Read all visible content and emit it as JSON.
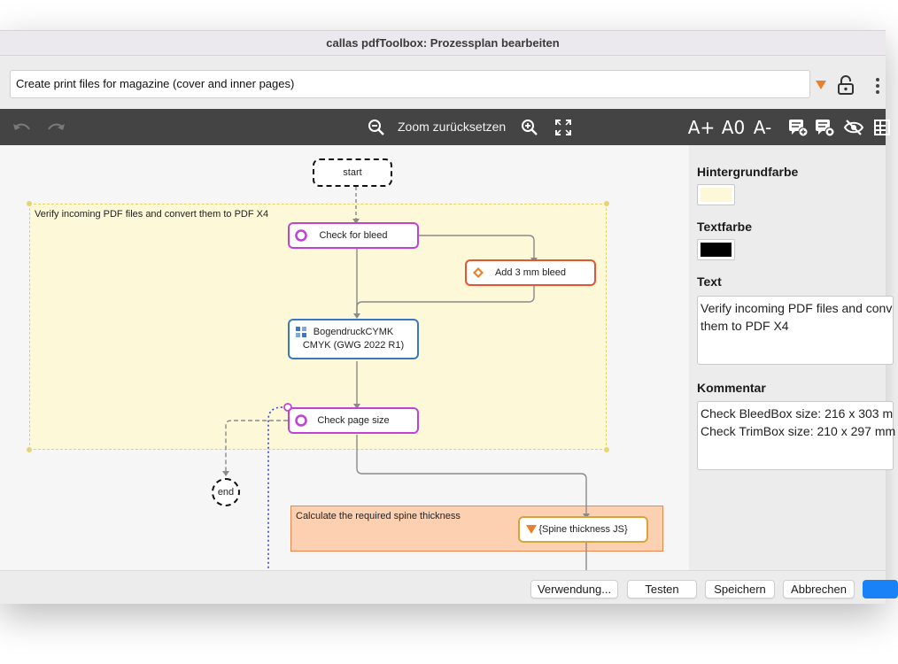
{
  "window": {
    "title": "callas pdfToolbox: Prozessplan bearbeiten"
  },
  "name_field": {
    "value": "Create print files for magazine (cover and inner pages)"
  },
  "toolbar": {
    "zoom_reset_label": "Zoom zurücksetzen",
    "font_larger": "A+",
    "font_reset": "A0",
    "font_smaller": "A-"
  },
  "diagram": {
    "start_label": "start",
    "end_label": "end",
    "group1_label": "Verify incoming PDF files and convert them to PDF X4",
    "group2_label": "Calculate the required spine thickness",
    "node_check_bleed": "Check for bleed",
    "node_add_bleed": "Add 3 mm bleed",
    "node_convert_line1": "BogendruckCYMK",
    "node_convert_line2": "CMYK (GWG 2022 R1)",
    "node_check_page_size": "Check page size",
    "node_spine_js": "{Spine thickness JS}"
  },
  "properties": {
    "bg_color_label": "Hintergrundfarbe",
    "bg_color_value": "#fdf9d8",
    "text_color_label": "Textfarbe",
    "text_color_value": "#000000",
    "text_label": "Text",
    "text_line1": "Verify incoming PDF files and conv",
    "text_line2": "them to PDF X4",
    "comment_label": "Kommentar",
    "comment_line1": "Check BleedBox size: 216 x 303 m",
    "comment_line2": "Check TrimBox size: 210 x 297 mm"
  },
  "buttons": {
    "usage": "Verwendung...",
    "test": "Testen",
    "save": "Speichern",
    "cancel": "Abbrechen"
  },
  "colors": {
    "toolbar_bg": "#444444",
    "group1_fill": "#fdf9d8",
    "group1_border": "#e2cf6a",
    "group2_fill": "#fdd0b1",
    "group2_border": "#e8874e",
    "check_node_border": "#c143d6",
    "fix_node_border": "#e8542e",
    "convert_node_border": "#3b78c4",
    "js_node_border": "#d7a43a",
    "primary_button": "#1a82f7"
  }
}
